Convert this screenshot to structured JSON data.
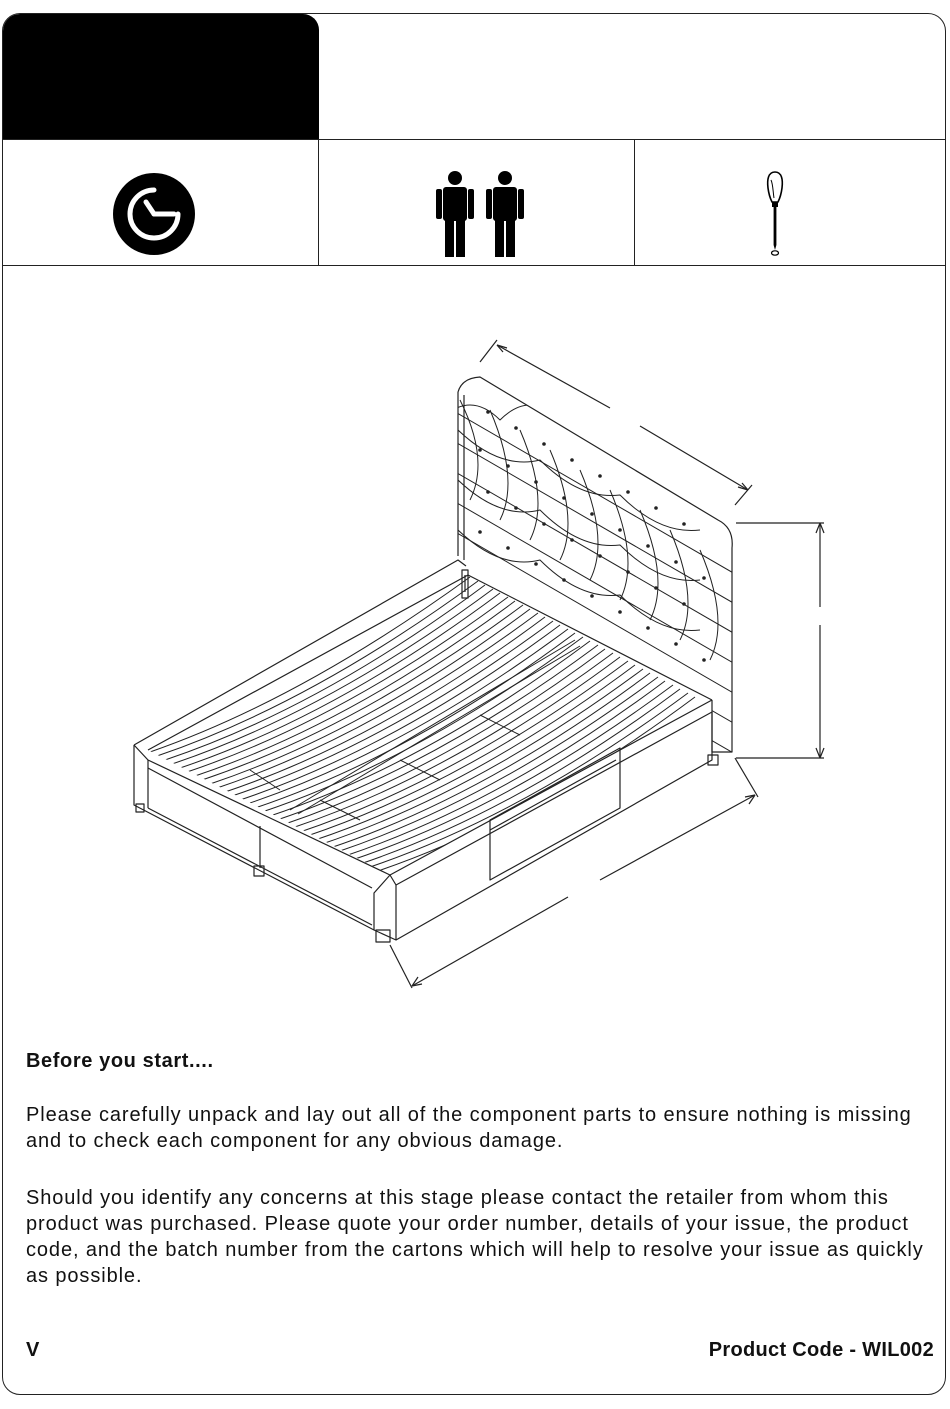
{
  "icons": {
    "time": "clock-icon",
    "people": "two-person-icon",
    "tool": "screwdriver-icon",
    "product": "bed-frame-illustration"
  },
  "intro": {
    "heading": "Before you start....",
    "paragraph1": "Please carefully unpack and lay out all of the component parts to ensure nothing is missing and to check each component for any obvious damage.",
    "paragraph2": "Should you identify any concerns at this stage please contact the retailer from whom this product was purchased. Please quote your order number, details of your issue, the product code, and the batch number from the cartons which will help to resolve your issue as quickly as possible."
  },
  "footer": {
    "left": "V",
    "right": "Product Code - WIL002"
  }
}
